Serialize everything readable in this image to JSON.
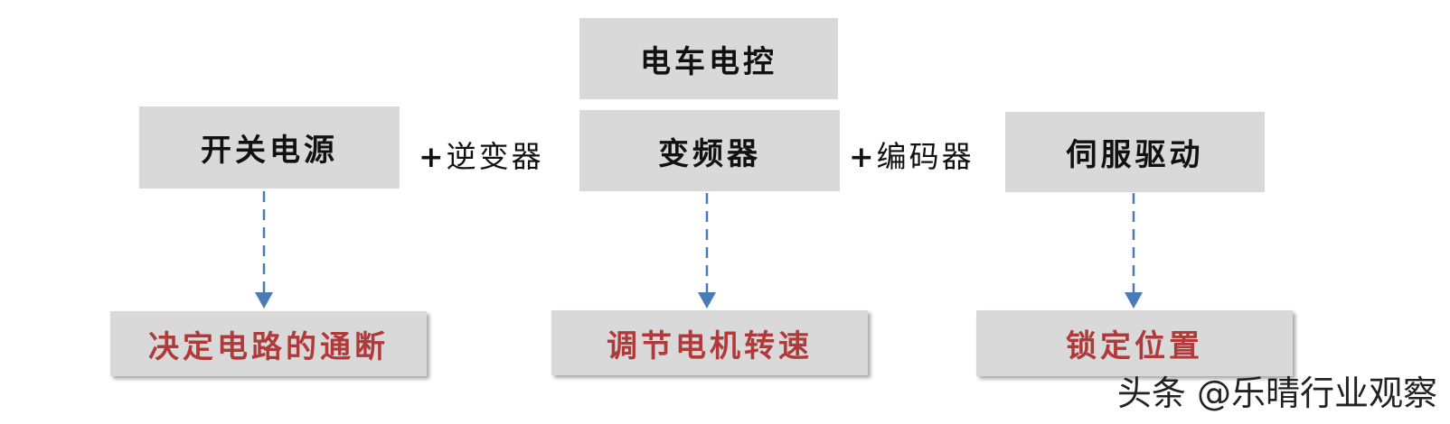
{
  "top_box": {
    "label": "电车电控"
  },
  "boxes": [
    {
      "label": "开关电源"
    },
    {
      "label": "变频器"
    },
    {
      "label": "伺服驱动"
    }
  ],
  "connectors": [
    {
      "plus": "+",
      "text": "逆变器"
    },
    {
      "plus": "+",
      "text": "编码器"
    }
  ],
  "results": [
    {
      "label": "决定电路的通断"
    },
    {
      "label": "调节电机转速"
    },
    {
      "label": "锁定位置"
    }
  ],
  "watermark": {
    "text": "头条 @乐晴行业观察"
  },
  "colors": {
    "box_fill": "#d9d9d9",
    "result_text": "#b03a3a",
    "arrow": "#4a7bb7"
  }
}
